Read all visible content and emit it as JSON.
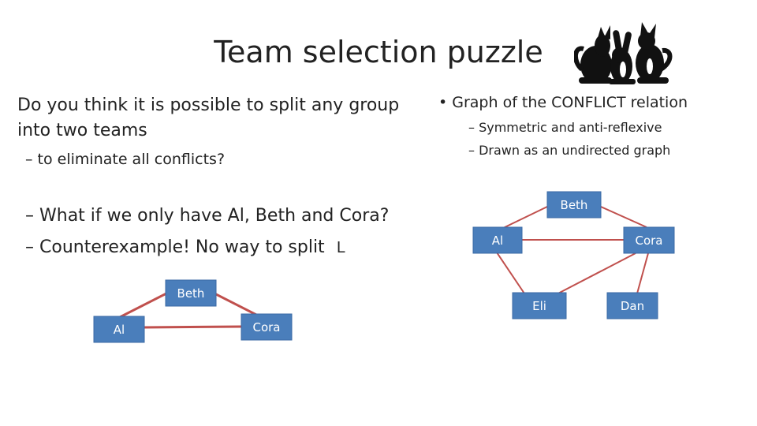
{
  "title": "Team selection puzzle",
  "left": {
    "question_line1": "Do you think it is possible to split any group",
    "question_line2": "into two teams",
    "sub_bullet": "– to eliminate all conflicts?",
    "bullet_a": "– What if we only have Al, Beth and Cora?",
    "bullet_b": "– Counterexample! No way to split",
    "bullet_b_icon": "frown-face-icon"
  },
  "right": {
    "bullet": "•  Graph of the CONFLICT relation",
    "sub1": "–  Symmetric and anti-reflexive",
    "sub2": "–  Drawn as an undirected graph"
  },
  "colors": {
    "node_fill": "#4a7ebb",
    "node_text": "#ffffff",
    "edge": "#c0504d"
  },
  "graph_small": {
    "nodes": [
      "Beth",
      "Al",
      "Cora"
    ],
    "edges": [
      [
        "Beth",
        "Al"
      ],
      [
        "Beth",
        "Cora"
      ],
      [
        "Al",
        "Cora"
      ]
    ]
  },
  "graph_large": {
    "nodes": [
      "Beth",
      "Al",
      "Cora",
      "Eli",
      "Dan"
    ],
    "edges": [
      [
        "Beth",
        "Al"
      ],
      [
        "Beth",
        "Cora"
      ],
      [
        "Al",
        "Cora"
      ],
      [
        "Al",
        "Eli"
      ],
      [
        "Eli",
        "Cora"
      ],
      [
        "Cora",
        "Dan"
      ]
    ]
  },
  "decoration": "cats-silhouette-icon"
}
